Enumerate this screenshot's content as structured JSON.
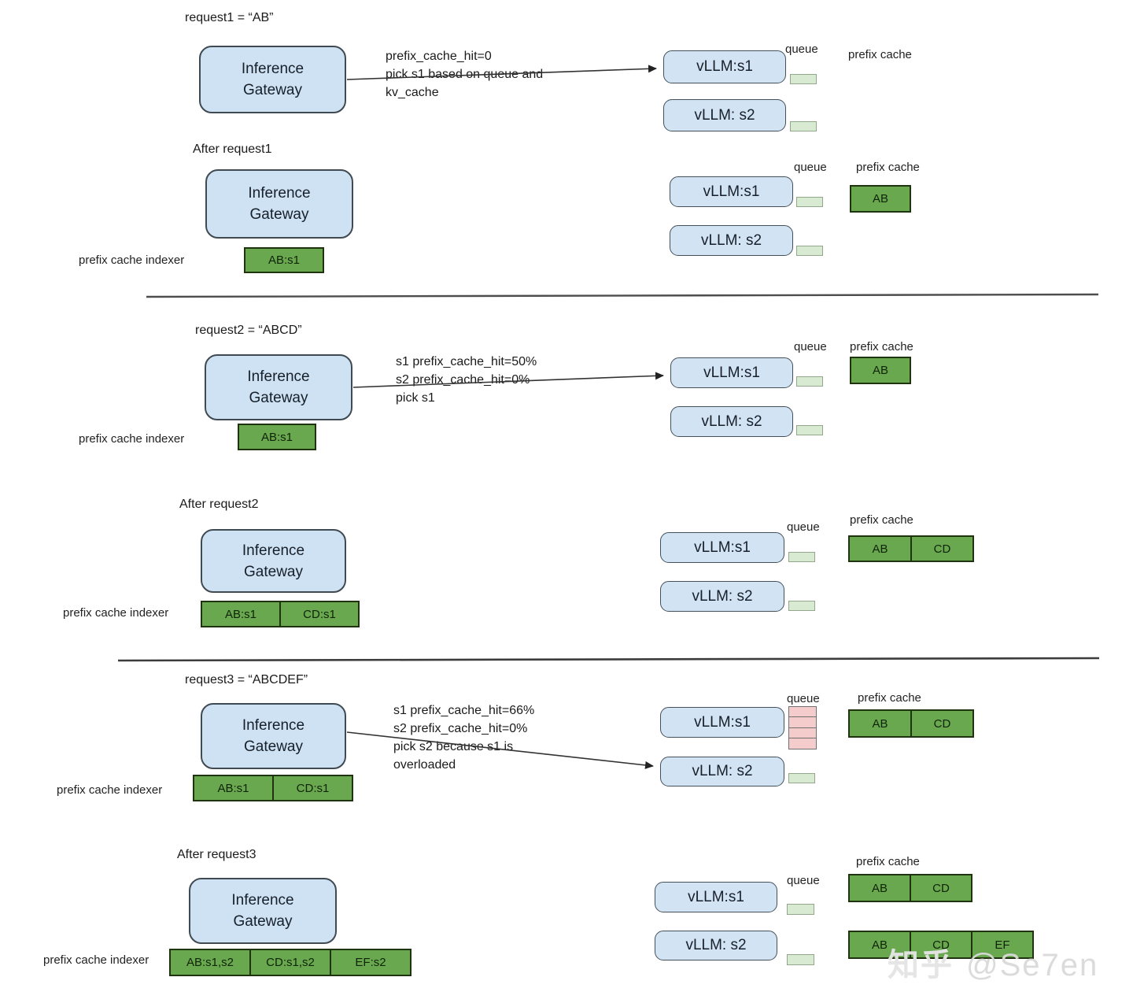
{
  "colors": {
    "gateway_fill": "#cfe2f3",
    "vllm_fill": "#d2e3f4",
    "cache_green": "#6aa84f",
    "queue_idle_green": "#d9ead3",
    "queue_busy_pink": "#f4cccc"
  },
  "shared": {
    "gateway_line1": "Inference",
    "gateway_line2": "Gateway",
    "vllm_s1": "vLLM:s1",
    "vllm_s2": "vLLM: s2",
    "queue_label": "queue",
    "prefix_cache_label": "prefix cache",
    "indexer_label": "prefix cache indexer"
  },
  "request1": {
    "title": "request1 = “AB”",
    "note1": "prefix_cache_hit=0",
    "note2": "pick s1 based on queue and",
    "note3": "kv_cache"
  },
  "after1": {
    "title": "After request1",
    "indexer": [
      "AB:s1"
    ],
    "s1_cache": [
      "AB"
    ]
  },
  "request2": {
    "title": "request2 = “ABCD”",
    "note1": "s1 prefix_cache_hit=50%",
    "note2": "s2 prefix_cache_hit=0%",
    "note3": "pick s1",
    "indexer": [
      "AB:s1"
    ],
    "s1_cache": [
      "AB"
    ]
  },
  "after2": {
    "title": "After request2",
    "indexer": [
      "AB:s1",
      "CD:s1"
    ],
    "s1_cache": [
      "AB",
      "CD"
    ]
  },
  "request3": {
    "title": "request3 = “ABCDEF”",
    "note1": "s1 prefix_cache_hit=66%",
    "note2": "s2 prefix_cache_hit=0%",
    "note3": "pick s2 because s1 is",
    "note4": "overloaded",
    "indexer": [
      "AB:s1",
      "CD:s1"
    ],
    "s1_cache": [
      "AB",
      "CD"
    ]
  },
  "after3": {
    "title": "After request3",
    "indexer": [
      "AB:s1,s2",
      "CD:s1,s2",
      "EF:s2"
    ],
    "s1_cache": [
      "AB",
      "CD"
    ],
    "s2_cache": [
      "AB",
      "CD",
      "EF"
    ]
  },
  "watermark": {
    "cn": "知乎",
    "handle": "@Se7en"
  }
}
